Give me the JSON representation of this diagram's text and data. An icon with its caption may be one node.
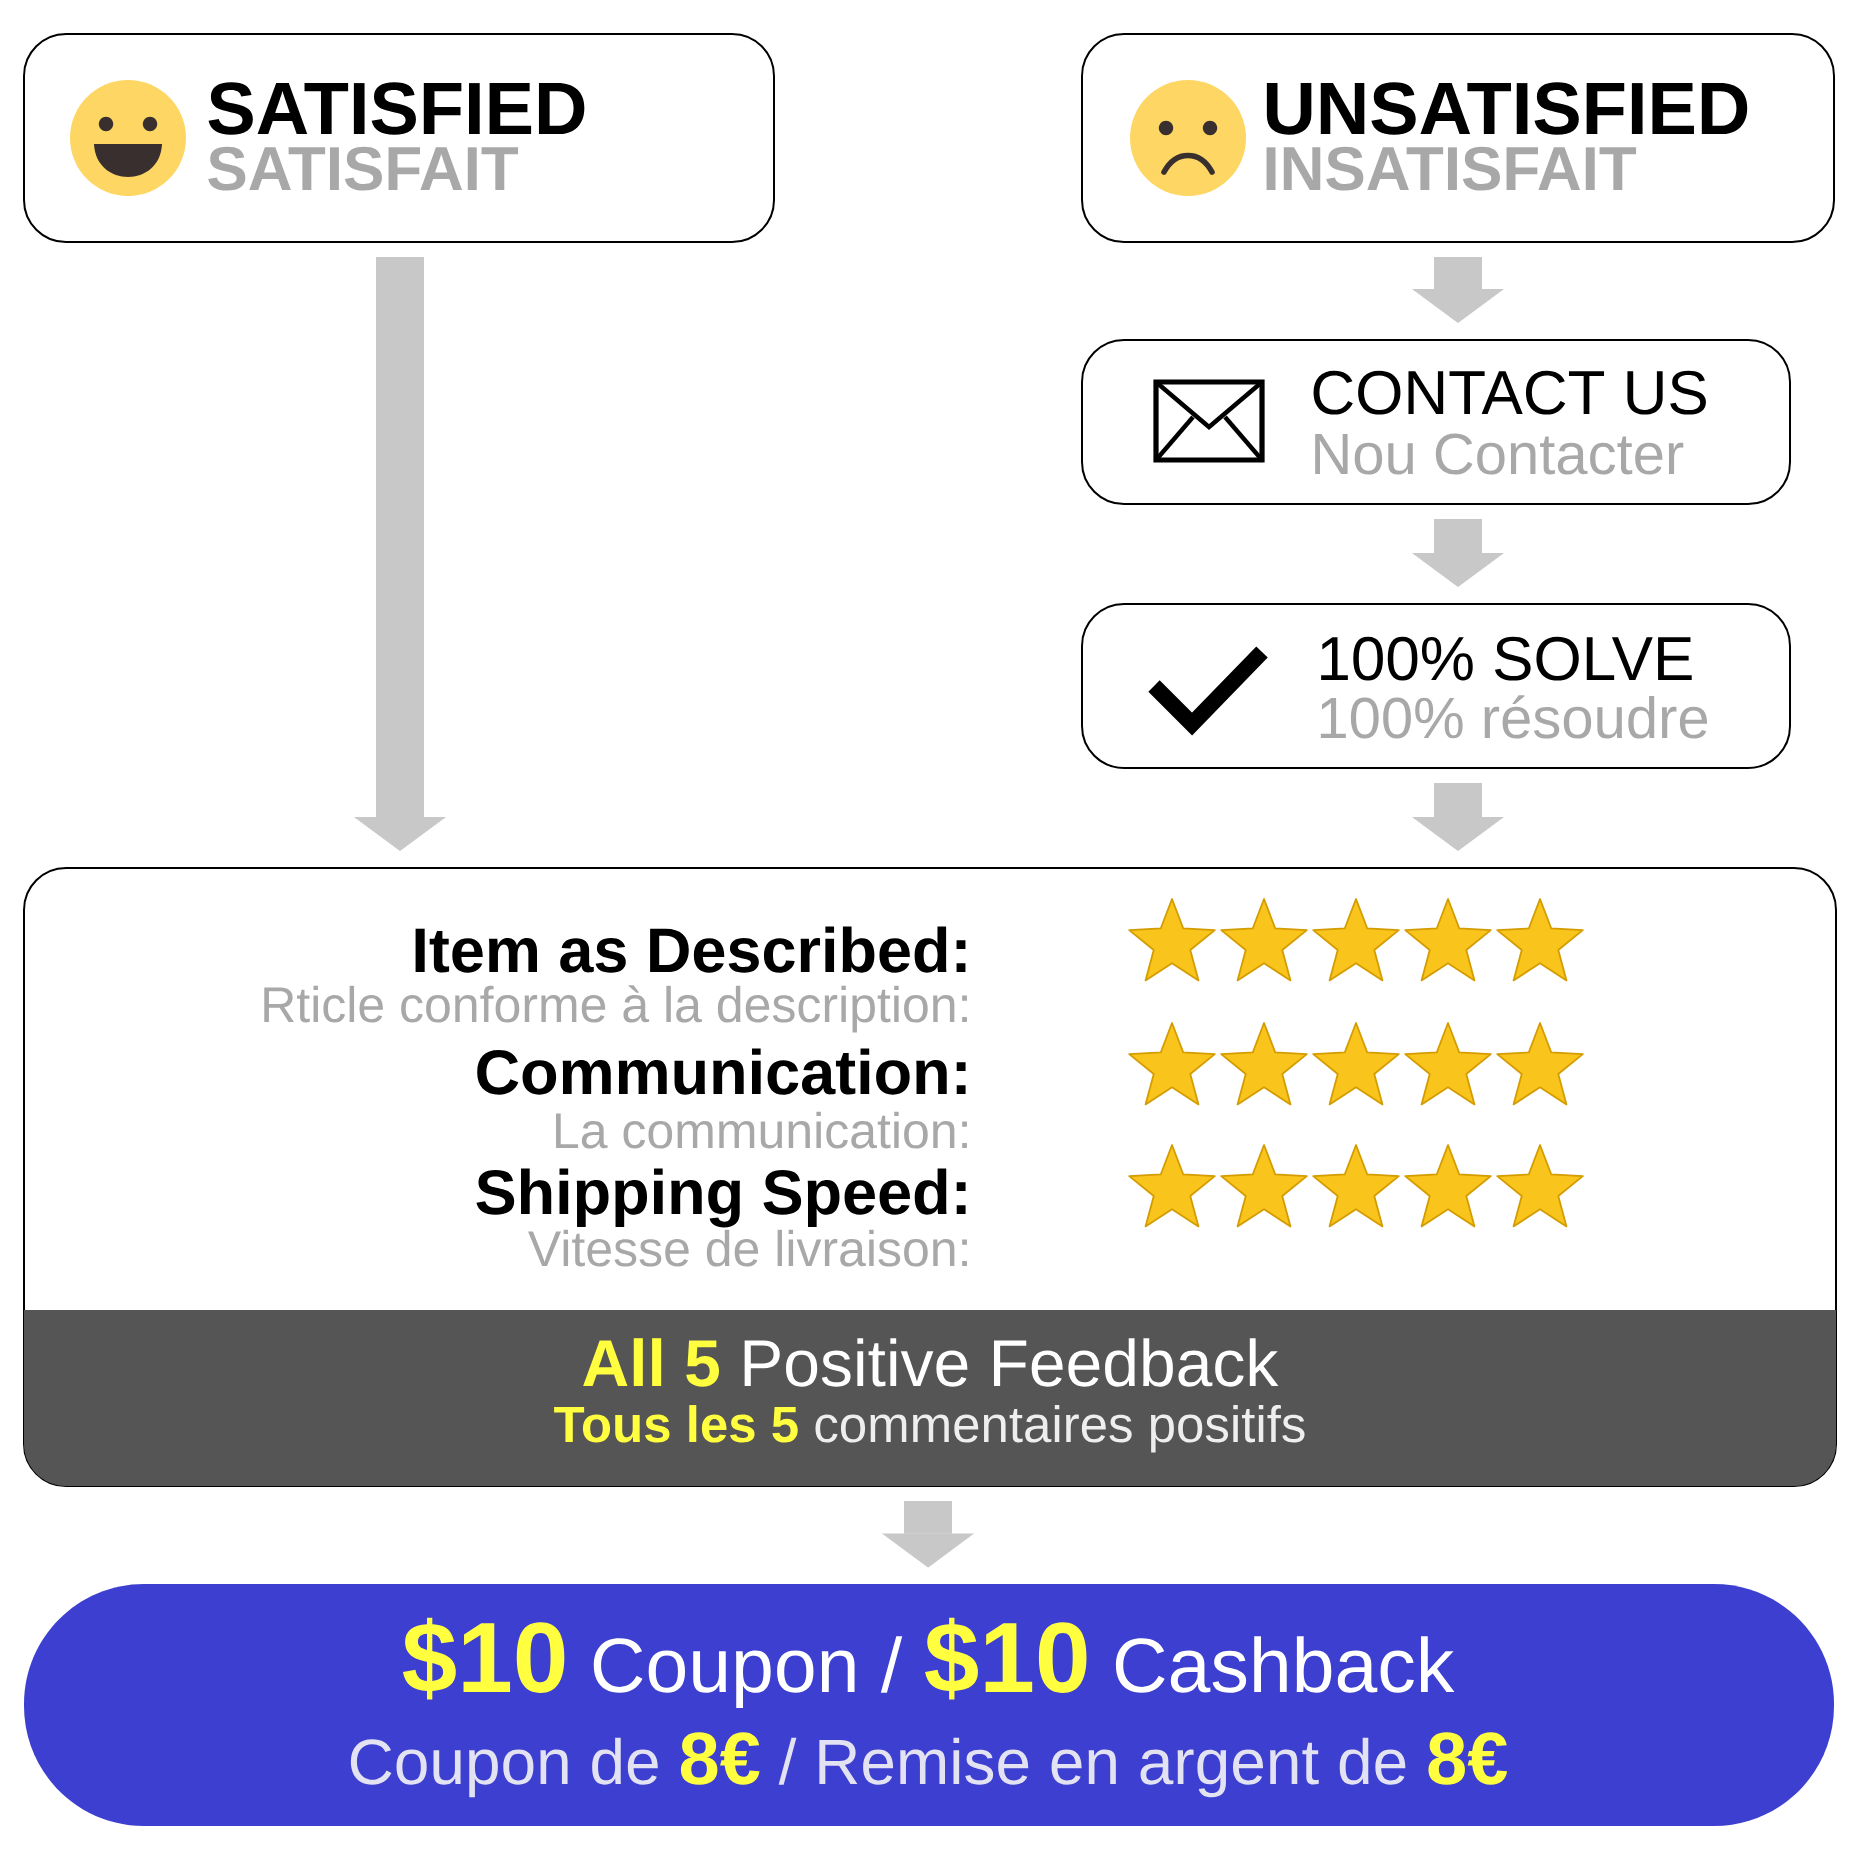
{
  "diagram": {
    "nodes": [
      {
        "text": [
          "SATISFIED",
          "SATISFAIT"
        ]
      },
      {
        "text": [
          "UNSATISFIED",
          "INSATISFAIT"
        ]
      },
      {
        "text": [
          "CONTACT US",
          "Nou Contacter"
        ]
      },
      {
        "text": [
          "100% SOLVE",
          "100% résoudre"
        ]
      },
      {
        "text": [
          "Item as Described:",
          "Rticle conforme à la description:",
          "Communication:",
          "La communication:",
          "Shipping Speed:",
          "Vitesse de livraison:"
        ]
      },
      {
        "text": [
          "**All 5** Positive Feedback",
          "**Tous les 5** commentaires positifs"
        ],
        "in": 4
      },
      {
        "text": [
          "**$10** Coupon / **$10** Cashback",
          "Coupon de **8€** / Remise en argent de **8€**"
        ]
      }
    ],
    "edges": [
      {
        "from": 0,
        "to": 4,
        "arrow": "to"
      },
      {
        "from": 1,
        "to": 2,
        "arrow": "to"
      },
      {
        "from": 2,
        "to": 3,
        "arrow": "to"
      },
      {
        "from": 3,
        "to": 4,
        "arrow": "to"
      },
      {
        "from": 4,
        "to": 6,
        "arrow": "to"
      }
    ]
  }
}
